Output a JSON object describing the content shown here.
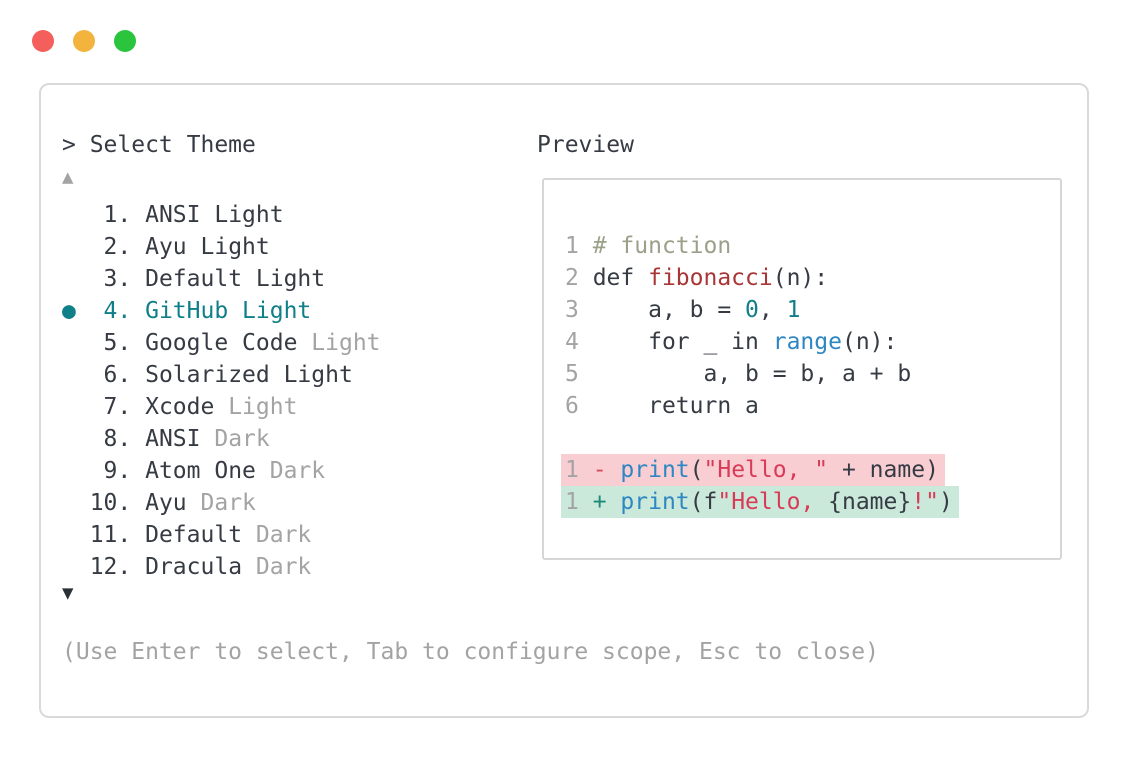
{
  "colors": {
    "text_dark": "#363b43",
    "muted": "#a3a3a3",
    "accent": "#0f7f88",
    "comment": "#9ba089",
    "func": "#a93636",
    "builtin": "#2e86c2",
    "string": "#d93a56",
    "removed_sign": "#d6495e",
    "added_sign": "#1a8a74",
    "removed_bg": "#f9ced3",
    "added_bg": "#cbe9da",
    "traffic_red": "#f45f5b",
    "traffic_yellow": "#f2b43d",
    "traffic_green": "#2bc43d"
  },
  "window": {
    "traffic_lights": [
      {
        "name": "close",
        "color_key": "traffic_red"
      },
      {
        "name": "minimize",
        "color_key": "traffic_yellow"
      },
      {
        "name": "zoom",
        "color_key": "traffic_green"
      }
    ]
  },
  "picker": {
    "prompt": "> Select Theme",
    "scroll_up_indicator": "▲",
    "scroll_down_indicator": "▼",
    "selected_bullet": "●",
    "items": [
      {
        "number": "1.",
        "primary": "ANSI Light",
        "suffix": "",
        "selected": false
      },
      {
        "number": "2.",
        "primary": "Ayu Light",
        "suffix": "",
        "selected": false
      },
      {
        "number": "3.",
        "primary": "Default Light",
        "suffix": "",
        "selected": false
      },
      {
        "number": "4.",
        "primary": "GitHub Light",
        "suffix": "",
        "selected": true
      },
      {
        "number": "5.",
        "primary": "Google Code",
        "suffix": "Light",
        "selected": false
      },
      {
        "number": "6.",
        "primary": "Solarized Light",
        "suffix": "",
        "selected": false
      },
      {
        "number": "7.",
        "primary": "Xcode",
        "suffix": "Light",
        "selected": false
      },
      {
        "number": "8.",
        "primary": "ANSI",
        "suffix": "Dark",
        "selected": false
      },
      {
        "number": "9.",
        "primary": "Atom One",
        "suffix": "Dark",
        "selected": false
      },
      {
        "number": "10.",
        "primary": "Ayu",
        "suffix": "Dark",
        "selected": false
      },
      {
        "number": "11.",
        "primary": "Default",
        "suffix": "Dark",
        "selected": false
      },
      {
        "number": "12.",
        "primary": "Dracula",
        "suffix": "Dark",
        "selected": false
      }
    ],
    "hint": "(Use Enter to select, Tab to configure scope, Esc to close)"
  },
  "preview": {
    "label": "Preview",
    "code_lines": [
      {
        "num": "1",
        "tokens": [
          {
            "t": "# function",
            "c": "comment"
          }
        ]
      },
      {
        "num": "2",
        "tokens": [
          {
            "t": "def ",
            "c": "default"
          },
          {
            "t": "fibonacci",
            "c": "function"
          },
          {
            "t": "(n):",
            "c": "default"
          }
        ]
      },
      {
        "num": "3",
        "tokens": [
          {
            "t": "    a, b = ",
            "c": "default"
          },
          {
            "t": "0",
            "c": "number"
          },
          {
            "t": ", ",
            "c": "default"
          },
          {
            "t": "1",
            "c": "number"
          }
        ]
      },
      {
        "num": "4",
        "tokens": [
          {
            "t": "    for _ in ",
            "c": "default"
          },
          {
            "t": "range",
            "c": "builtin"
          },
          {
            "t": "(n):",
            "c": "default"
          }
        ]
      },
      {
        "num": "5",
        "tokens": [
          {
            "t": "        a, b = b, a + b",
            "c": "default"
          }
        ]
      },
      {
        "num": "6",
        "tokens": [
          {
            "t": "    return a",
            "c": "default"
          }
        ]
      }
    ],
    "diff_lines": [
      {
        "num": "1",
        "kind": "removed",
        "tokens": [
          {
            "t": "- ",
            "c": "removed-sign"
          },
          {
            "t": "print",
            "c": "builtin"
          },
          {
            "t": "(",
            "c": "default"
          },
          {
            "t": "\"Hello, \"",
            "c": "string"
          },
          {
            "t": " + name)",
            "c": "default"
          }
        ]
      },
      {
        "num": "1",
        "kind": "added",
        "tokens": [
          {
            "t": "+ ",
            "c": "added-sign"
          },
          {
            "t": "print",
            "c": "builtin"
          },
          {
            "t": "(f",
            "c": "default"
          },
          {
            "t": "\"Hello, ",
            "c": "string"
          },
          {
            "t": "{name}",
            "c": "default"
          },
          {
            "t": "!\"",
            "c": "string"
          },
          {
            "t": ")",
            "c": "default"
          }
        ]
      }
    ]
  }
}
